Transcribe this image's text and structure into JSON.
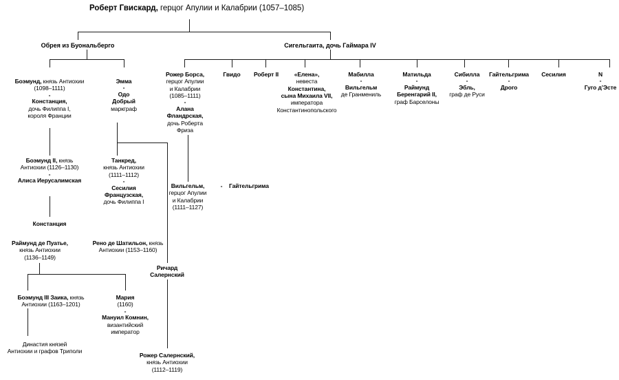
{
  "diagram": {
    "title_bold": "Роберт Гвискард,",
    "title_rest": " герцог Апулии и Калабрии (1057–1085)",
    "line_color": "#1a1a1a"
  },
  "spouses": {
    "left": "Обрея из Буональберго",
    "right": "Сигельгаита, дочь Гаймара IV"
  },
  "left_branch": {
    "boemund1": {
      "l1_b": "Боэмунд,",
      "l1_s": " князь Антиохии",
      "l2": "(1098–1111)",
      "dash": "-",
      "l3_b": "Констанция,",
      "l4": "дочь Филиппа I,",
      "l5": "короля Франции"
    },
    "emma": {
      "l1": "Эмма",
      "dash": "-",
      "l2": "Одо",
      "l3": "Добрый",
      "l4": "маркграф"
    },
    "boemund2": {
      "l1_b": "Боэмунд II,",
      "l1_s": " князь",
      "l2": "Антиохии (1126–1130)",
      "dash": "-",
      "l3": "Алиса Иерусалимская"
    },
    "tancred": {
      "l1": "Танкред,",
      "l2": "князь Антиохии",
      "l3": "(1111–1112)",
      "dash": "-",
      "l4": "Сесилия",
      "l5": "Французская,",
      "l6": "дочь Филиппа I"
    },
    "constance": {
      "l1": "Констанция"
    },
    "raymond": {
      "l1_b": "Раймунд де Пуатье,",
      "l2": "князь Антиохии",
      "l3": "(1136–1149)"
    },
    "renaud": {
      "l1_b": "Рено де Шатильон,",
      "l1_s": " князь",
      "l2": "Антиохии (1153–1160)"
    },
    "boemund3": {
      "l1_b": "Боэмунд III Заика,",
      "l1_s": " князь",
      "l2": "Антиохии (1163–1201)"
    },
    "maria": {
      "l1": "Мария",
      "l2": "(1160)",
      "dash": "-",
      "l3": "Мануил Комнин,",
      "l4": "византийский",
      "l5": "император"
    },
    "dynasty": {
      "l1": "Династия князей",
      "l2": "Антиохии и графов Триполи"
    }
  },
  "mid_branch": {
    "richard": {
      "l1": "Ричард",
      "l2": "Салернский"
    },
    "roger_salerno": {
      "l1": "Рожер Салернский,",
      "l2": "князь Антиохии",
      "l3": "(1112–1119)"
    }
  },
  "right_branch": {
    "children": [
      {
        "name_b": "Рожер Борса,",
        "sub": [
          "герцог Апулии",
          "и Калабрии",
          "(1085–1111)"
        ],
        "dash": "-",
        "spouse_b": [
          "Алана",
          "Фландрская,"
        ],
        "spouse_s": [
          "дочь Роберта",
          "Фриза"
        ]
      },
      {
        "name_b": "Гвидо",
        "sub": [],
        "dash": "",
        "spouse_b": [],
        "spouse_s": []
      },
      {
        "name_b": "Роберт II",
        "sub": [],
        "dash": "",
        "spouse_b": [],
        "spouse_s": []
      },
      {
        "name_b": "«Елена»,",
        "sub": [
          "невеста"
        ],
        "dash": "",
        "spouse_b": [
          "Константина,",
          "сына Михаила VII,"
        ],
        "spouse_s": [
          "императора",
          "Константинопольского"
        ]
      },
      {
        "name_b": "Мабилла",
        "sub": [],
        "dash": "-",
        "spouse_b": [
          "Вильгельм"
        ],
        "spouse_s": [
          "де Гранмениль"
        ]
      },
      {
        "name_b": "Матильда",
        "sub": [],
        "dash": "-",
        "spouse_b": [
          "Раймунд",
          "Беренгарий II,"
        ],
        "spouse_s": [
          "граф Барселоны"
        ]
      },
      {
        "name_b": "Сибилла",
        "sub": [],
        "dash": "-",
        "spouse_b": [
          "Эбль,"
        ],
        "spouse_s": [
          "граф де Руси"
        ]
      },
      {
        "name_b": "Гайтельгрима",
        "sub": [],
        "dash": "-",
        "spouse_b": [
          "Дрого"
        ],
        "spouse_s": []
      },
      {
        "name_b": "Сесилия",
        "sub": [],
        "dash": "",
        "spouse_b": [],
        "spouse_s": []
      },
      {
        "name_b": "N",
        "sub": [],
        "dash": "-",
        "spouse_b": [
          "Гуго д’Эсте"
        ],
        "spouse_s": []
      }
    ],
    "william": {
      "l1_b": "Вильгельм,",
      "l2": "герцог Апулии",
      "l3": "и Калабрии",
      "l4": "(1111–1127)",
      "dash": "-",
      "spouse": "Гайтельгрима"
    }
  }
}
